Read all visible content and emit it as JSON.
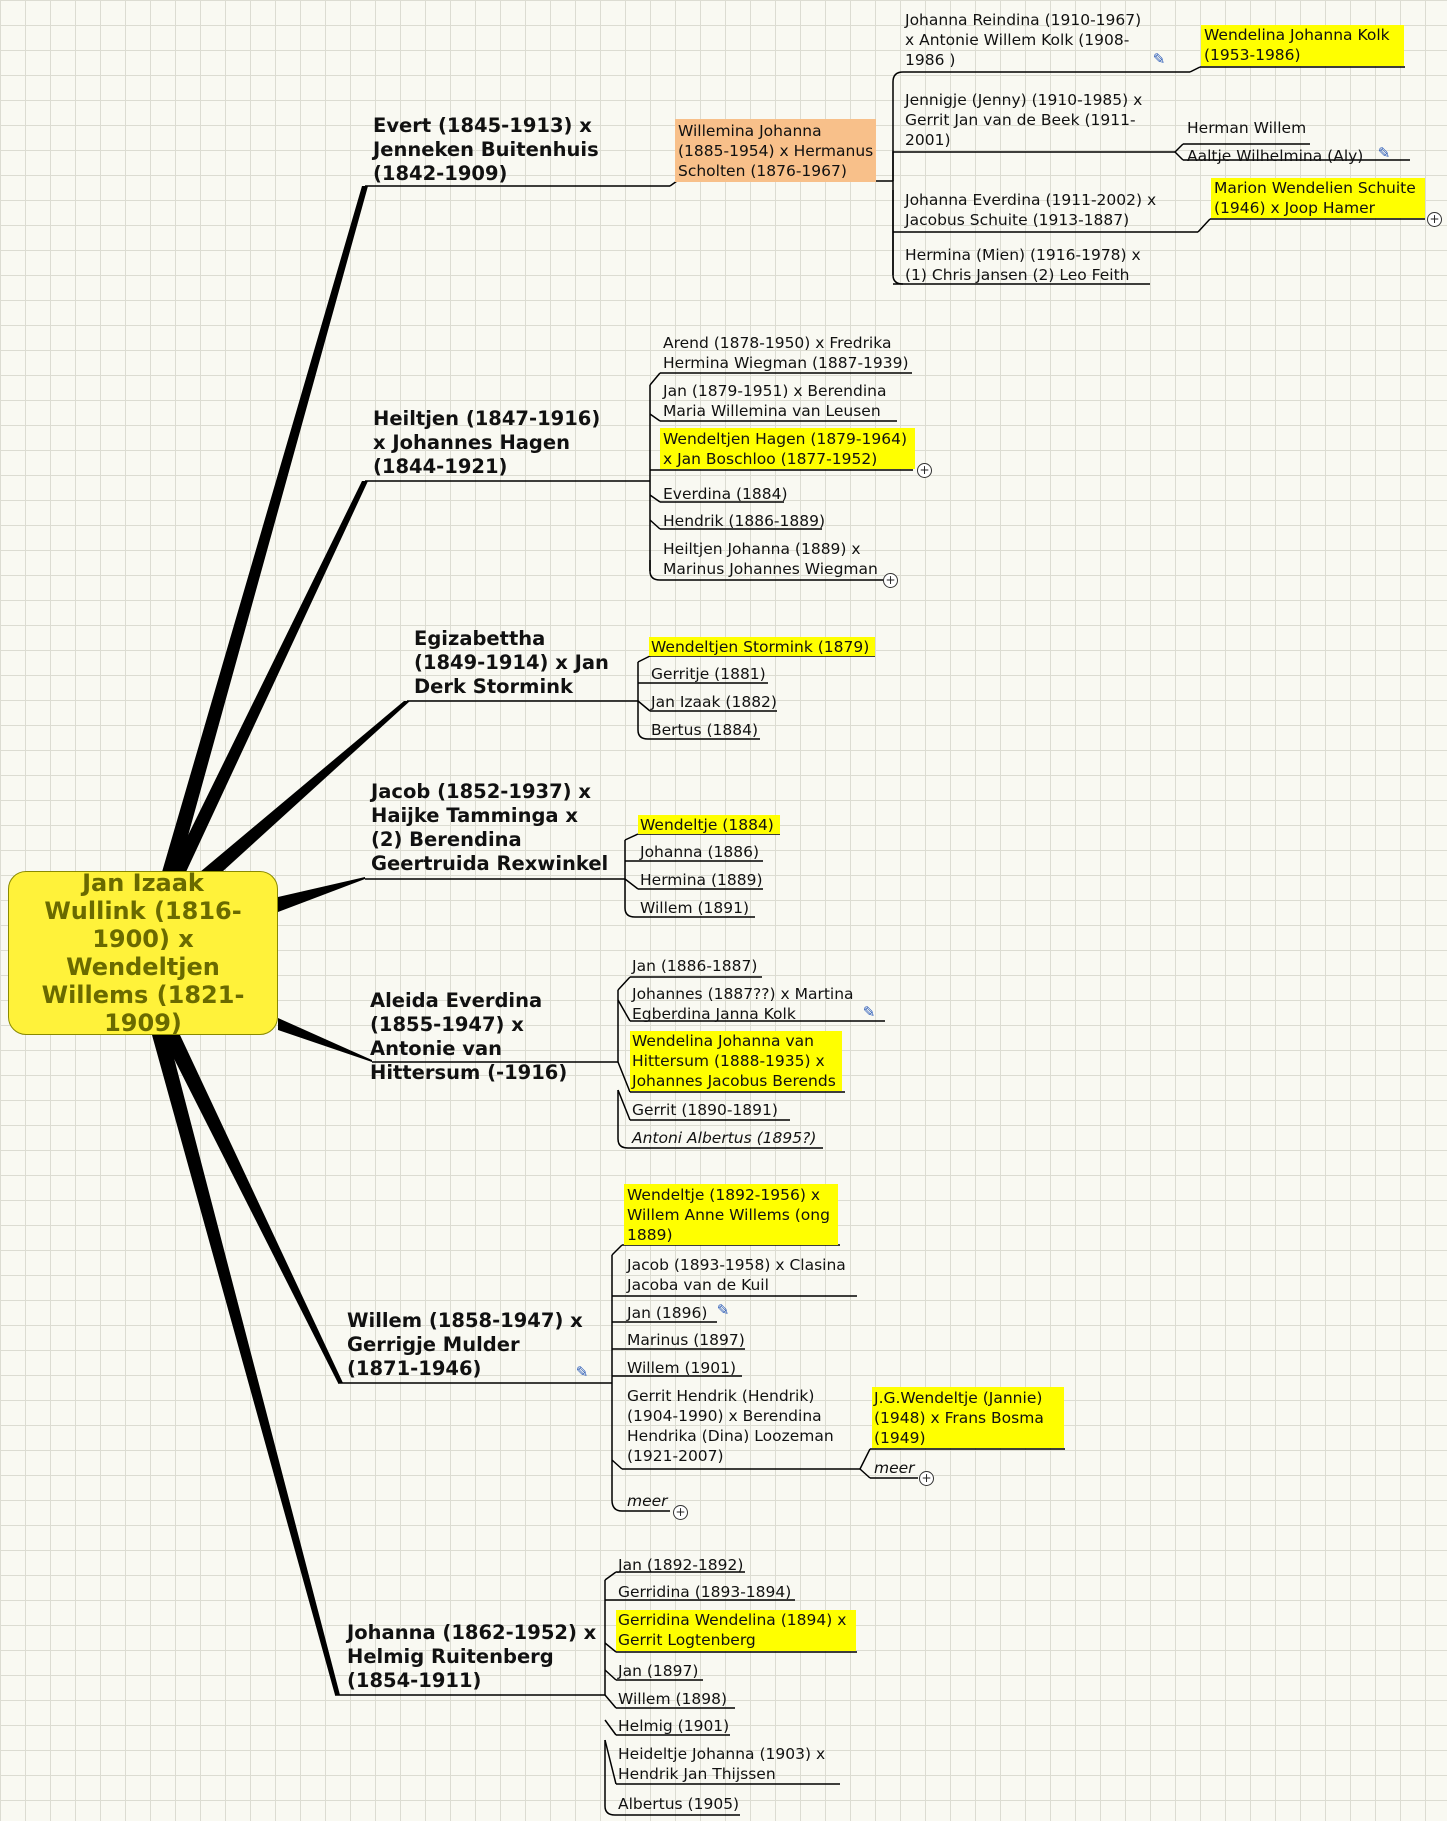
{
  "root": {
    "label": "Jan Izaak Wullink (1816-1900) x Wendeltjen Willems (1821-1909)"
  },
  "colors": {
    "highlight": "#ffff00",
    "orange": "#f8c08a",
    "root_fill": "#fff23a",
    "note_icon": "#2a5ab8"
  },
  "branches": [
    {
      "label": "Evert (1845-1913) x Jenneken Buitenhuis (1842-1909)",
      "child": "Willemina Johanna (1885-1954) x Hermanus Scholten (1876-1967)",
      "grandchildren": [
        "Johanna Reindina (1910-1967) x Antonie Willem Kolk (1908-1986 )",
        "Jennigje (Jenny) (1910-1985) x Gerrit Jan van de Beek (1911-2001)",
        "Johanna Everdina (1911-2002) x Jacobus Schuite (1913-1887)",
        "Hermina (Mien) (1916-1978) x (1) Chris Jansen (2) Leo Feith"
      ],
      "great_grandchildren": [
        "Wendelina Johanna Kolk (1953-1986)",
        "Herman Willem",
        "Aaltje Wilhelmina (Aly)",
        "Marion Wendelien Schuite (1946) x Joop Hamer"
      ]
    },
    {
      "label": "Heiltjen (1847-1916) x Johannes Hagen (1844-1921)",
      "children": [
        "Arend (1878-1950) x Fredrika Hermina Wiegman (1887-1939)",
        "Jan (1879-1951) x Berendina Maria Willemina van Leusen",
        "Wendeltjen Hagen (1879-1964) x Jan Boschloo (1877-1952)",
        "Everdina (1884)",
        "Hendrik (1886-1889)",
        "Heiltjen Johanna (1889) x Marinus Johannes Wiegman"
      ]
    },
    {
      "label": "Egizabettha (1849-1914) x Jan Derk Stormink",
      "children": [
        "Wendeltjen Stormink (1879)",
        "Gerritje (1881)",
        "Jan Izaak (1882)",
        "Bertus (1884)"
      ]
    },
    {
      "label": "Jacob (1852-1937) x Haijke Tamminga x  (2) Berendina Geertruida Rexwinkel",
      "children": [
        "Wendeltje (1884)",
        "Johanna (1886)",
        "Hermina (1889)",
        "Willem (1891)"
      ]
    },
    {
      "label": "Aleida Everdina (1855-1947) x Antonie van Hittersum (-1916)",
      "children": [
        "Jan (1886-1887)",
        "Johannes (1887??) x Martina Egberdina Janna Kolk",
        "Wendelina Johanna van Hittersum (1888-1935) x Johannes Jacobus Berends",
        "Gerrit (1890-1891)",
        "Antoni Albertus (1895?)"
      ]
    },
    {
      "label": "Willem (1858-1947) x Gerrigje Mulder (1871-1946)",
      "children": [
        "Wendeltje (1892-1956) x Willem Anne Willems (ong 1889)",
        "Jacob (1893-1958) x Clasina Jacoba van de Kuil",
        "Jan (1896)",
        "Marinus (1897)",
        "Willem (1901)",
        "Gerrit Hendrik (Hendrik) (1904-1990) x Berendina Hendrika (Dina) Loozeman (1921-2007)",
        "meer"
      ],
      "grandchildren": [
        "J.G.Wendeltje (Jannie) (1948) x Frans Bosma (1949)",
        "meer"
      ]
    },
    {
      "label": "Johanna (1862-1952) x Helmig Ruitenberg (1854-1911)",
      "children": [
        "Jan (1892-1892)",
        "Gerridina (1893-1894)",
        "Gerridina Wendelina (1894) x Gerrit Logtenberg",
        "Jan (1897)",
        "Willem (1898)",
        "Helmig (1901)",
        "Heideltje Johanna (1903) x Hendrik Jan Thijssen",
        "Albertus (1905)"
      ]
    }
  ],
  "icons": {
    "note": "note-edit-icon",
    "expand": "expand-plus-icon",
    "note_glyph": "✎",
    "plus_glyph": "+"
  }
}
